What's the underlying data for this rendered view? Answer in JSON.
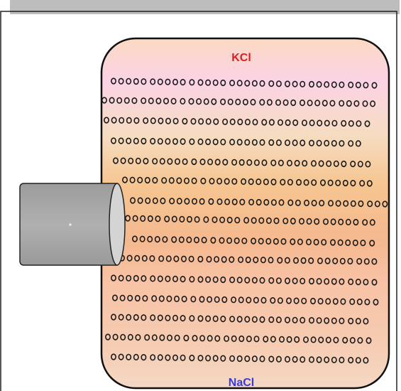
{
  "labels": {
    "top": "KCl",
    "bottom": "NaCl"
  },
  "colors": {
    "top_label": "#dd1f1f",
    "bottom_label": "#3a3ad8",
    "frame_bar": "#bdbdbd",
    "frame_border": "#222222",
    "chamber_border": "#111111",
    "cylinder_fill": "#a9a9a9",
    "cylinder_border": "#222222",
    "ring_stroke": "#1a1a1a"
  },
  "chamber": {
    "ring_rows": 15
  }
}
